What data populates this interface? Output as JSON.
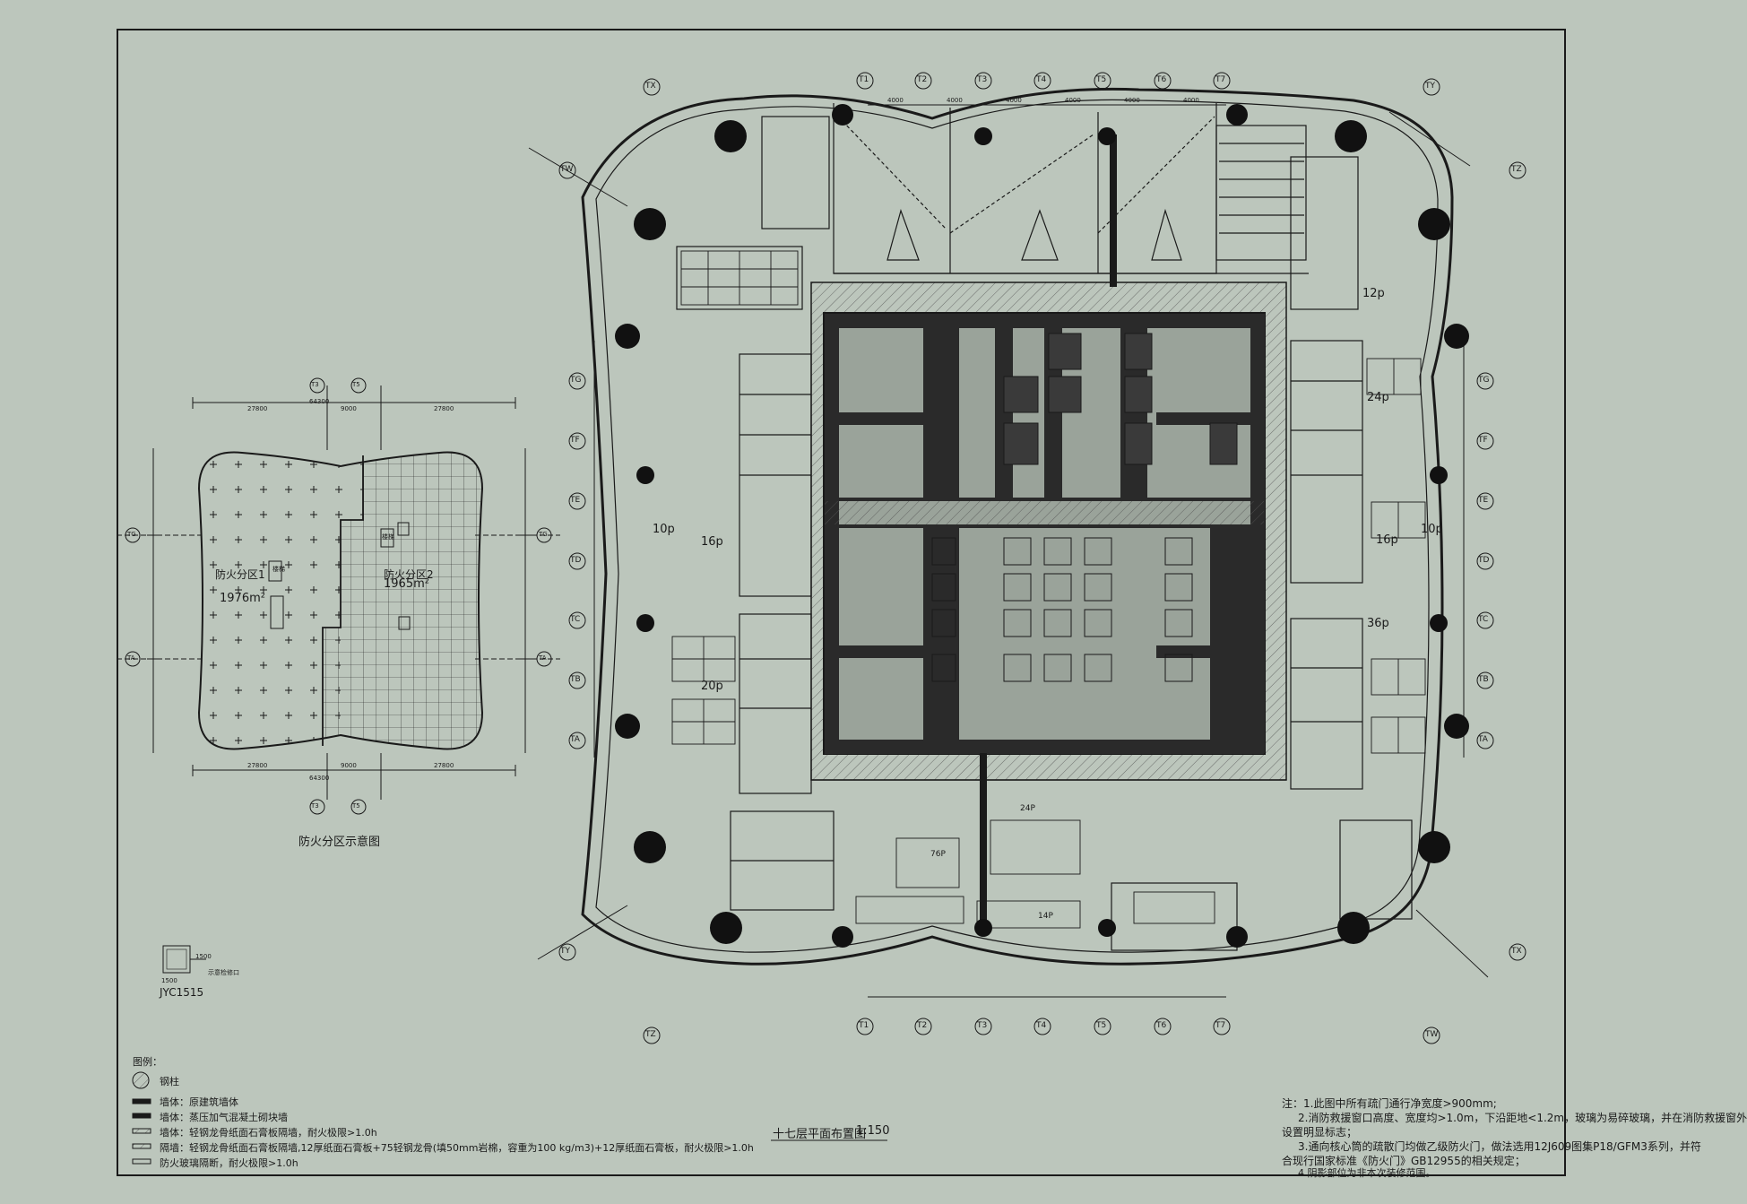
{
  "colors": {
    "background": "#bcc6bc",
    "line": "#1a1a1a",
    "core": "#2a2a2a"
  },
  "axes_top": [
    "T1",
    "T2",
    "T3",
    "T4",
    "T5",
    "T6",
    "T7"
  ],
  "axes_side": [
    "TG",
    "TF",
    "TE",
    "TD",
    "TC",
    "TB",
    "TA"
  ],
  "axes_corner": {
    "tl": "TX",
    "tr": "TY",
    "wl": "TW",
    "wr": "TZ"
  },
  "axes_bottom_corner": {
    "bl": "TY",
    "br": "TX",
    "zl": "TZ",
    "zr": "TW"
  },
  "dims_top": [
    "4000",
    "4000",
    "4000",
    "4000",
    "4000",
    "4000"
  ],
  "occupancy": [
    "12p",
    "24p",
    "10p",
    "16p",
    "16p",
    "10p",
    "36p",
    "20p",
    "24P",
    "76P",
    "14P"
  ],
  "inset": {
    "title": "防火分区示意图",
    "zone1_name": "防火分区1",
    "zone1_area": "1976m²",
    "zone2_name": "防火分区2",
    "zone2_area": "1965m²",
    "dim_total": "64300",
    "dim_a": "27800",
    "dim_b": "9000",
    "dim_c": "27800",
    "axis_a": "TG",
    "axis_b": "TA",
    "axis_c": "T3",
    "axis_d": "T5",
    "stair1": "楼梯",
    "stair2": "楼梯"
  },
  "detail": {
    "label": "JYC1515",
    "dim": "1500",
    "note": "示意检修口"
  },
  "legend": {
    "heading": "图例：",
    "items": [
      "钢柱",
      "墙体：原建筑墙体",
      "墙体：蒸压加气混凝土砌块墙",
      "墙体：轻钢龙骨纸面石膏板隔墙，耐火极限>1.0h",
      "隔墙：轻钢龙骨纸面石膏板隔墙,12厚纸面石膏板+75轻钢龙骨(填50mm岩棉，容重为100 kg/m3)+12厚纸面石膏板，耐火极限>1.0h",
      "防火玻璃隔断，耐火极限>1.0h"
    ]
  },
  "plan_title": "十七层平面布置图",
  "plan_scale": "1:150",
  "notes": [
    "注：1.此图中所有疏门通行净宽度>900mm;",
    "2.消防救援窗口高度、宽度均>1.0m，下沿距地<1.2m，玻璃为易碎玻璃，并在消防救援窗外",
    "设置明显标志；",
    "3.通向核心筒的疏散门均做乙级防火门，做法选用12J609图集P18/GFM3系列，并符",
    "合现行国家标准《防火门》GB12955的相关规定；",
    "4.阴影部位为非本次装修范围。"
  ]
}
